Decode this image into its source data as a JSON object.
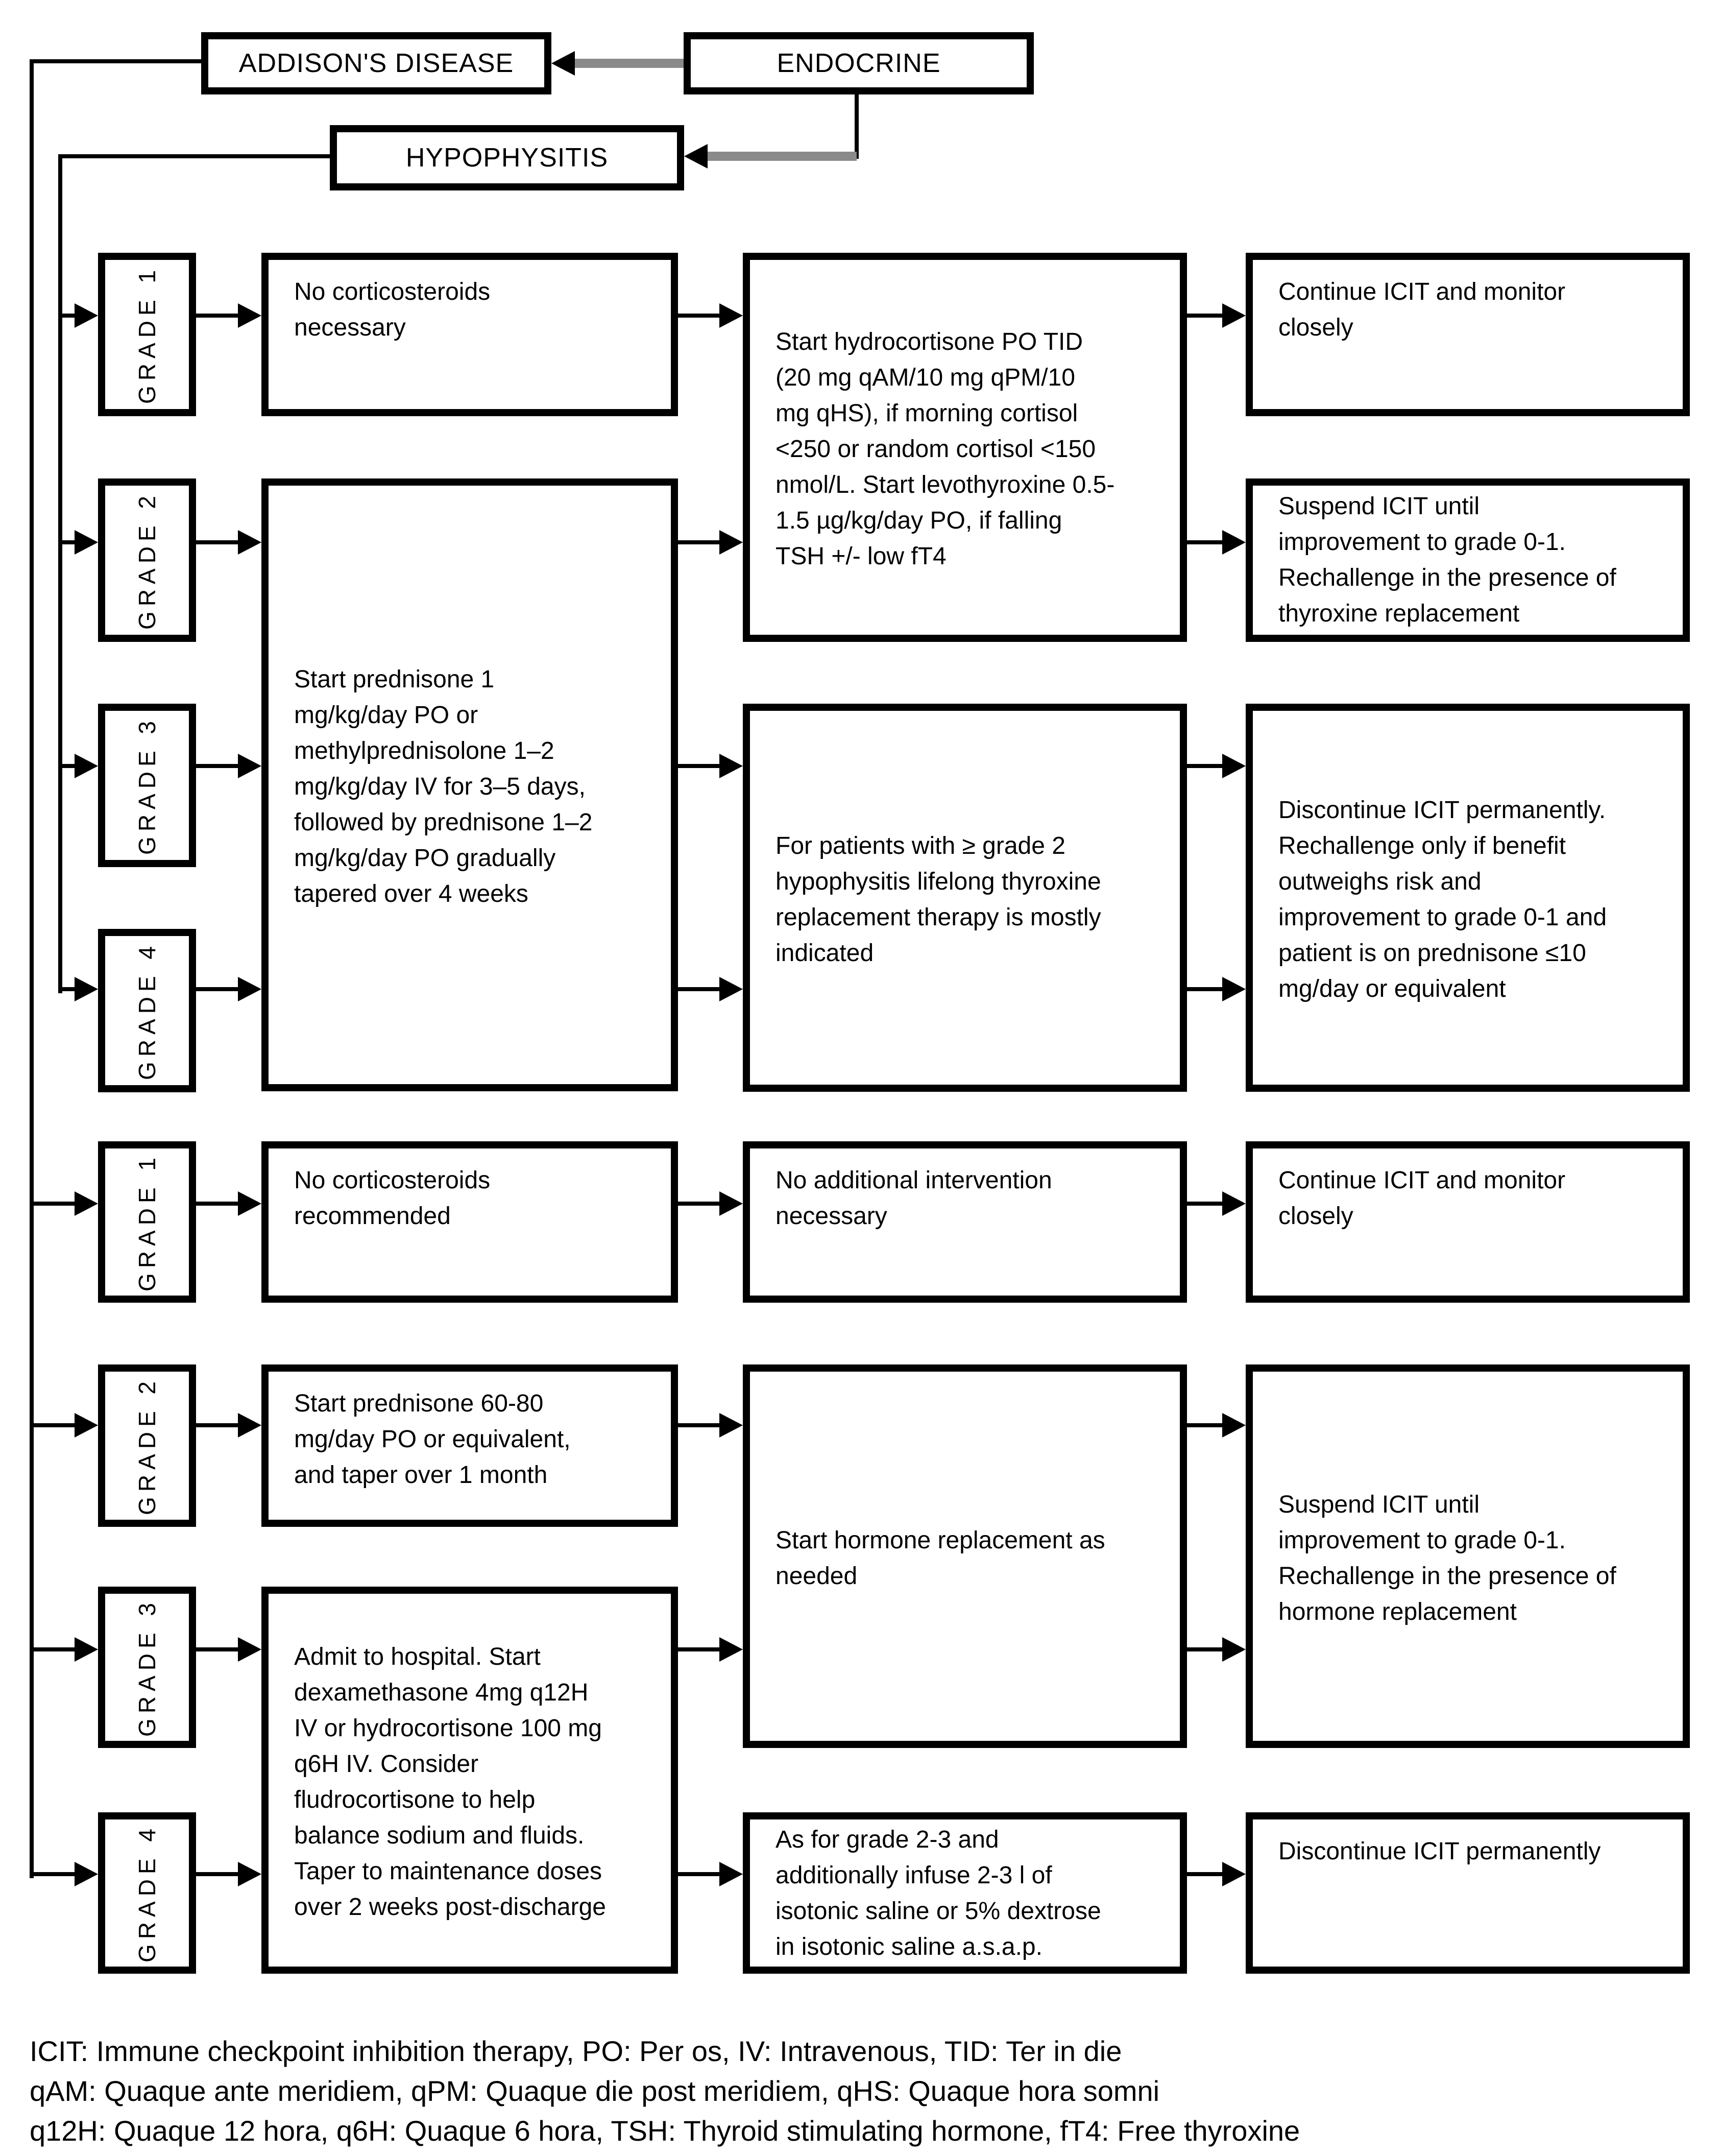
{
  "title_boxes": {
    "endocrine": "ENDOCRINE",
    "addisons": "ADDISON'S DISEASE",
    "hypophysitis": "HYPOPHYSITIS"
  },
  "grade_labels": [
    "GRADE 1",
    "GRADE 2",
    "GRADE 3",
    "GRADE 4"
  ],
  "hypophysitis": {
    "grade1_action": "No corticosteroids\nnecessary",
    "grade234_action": "Start prednisone 1\nmg/kg/day PO or\nmethylprednisolone 1–2\nmg/kg/day IV for 3–5 days,\nfollowed by prednisone 1–2\nmg/kg/day PO gradually\ntapered over 4 weeks",
    "grade12_followup": "Start hydrocortisone PO TID\n(20 mg qAM/10 mg qPM/10\nmg qHS), if morning cortisol\n<250 or random cortisol <150\nnmol/L. Start levothyroxine 0.5-\n1.5 µg/kg/day PO, if falling\nTSH +/- low fT4",
    "grade34_followup": "For patients with ≥ grade 2\nhypophysitis lifelong thyroxine\nreplacement therapy is mostly\nindicated",
    "grade1_icit": "Continue ICIT and monitor\nclosely",
    "grade2_icit": "Suspend ICIT until\nimprovement to grade 0-1.\nRechallenge in the presence of\nthyroxine replacement",
    "grade34_icit": "Discontinue ICIT permanently.\nRechallenge only if benefit\noutweighs risk and\nimprovement to grade 0-1 and\npatient is on prednisone ≤10\nmg/day or equivalent"
  },
  "addisons": {
    "grade1_action": "No corticosteroids\nrecommended",
    "grade2_action": "Start prednisone 60-80\nmg/day PO or equivalent,\nand taper over 1 month",
    "grade34_action": "Admit to hospital. Start\ndexamethasone 4mg q12H\nIV or hydrocortisone 100 mg\nq6H IV. Consider\nfludrocortisone to help\nbalance sodium and fluids.\nTaper to maintenance doses\nover 2 weeks post-discharge",
    "grade1_followup": "No additional intervention\nnecessary",
    "grade23_followup": "Start hormone replacement as\nneeded",
    "grade4_followup": "As for grade 2-3 and\nadditionally infuse 2-3 l of\nisotonic saline or 5% dextrose\nin isotonic saline a.s.a.p.",
    "grade1_icit": "Continue ICIT and monitor\nclosely",
    "grade23_icit": "Suspend ICIT until\nimprovement to grade 0-1.\nRechallenge in the presence of\nhormone replacement",
    "grade4_icit": "Discontinue ICIT permanently"
  },
  "legend": [
    "ICIT: Immune checkpoint inhibition therapy, PO: Per os, IV: Intravenous, TID: Ter in die",
    "qAM: Quaque ante meridiem, qPM: Quaque die post meridiem, qHS: Quaque hora somni",
    "q12H: Quaque 12 hora, q6H: Quaque 6 hora, TSH: Thyroid stimulating hormone, fT4: Free thyroxine"
  ],
  "colors": {
    "ink": "#000000",
    "paper": "#ffffff",
    "arrow_shaft_gray": "#8a8a8a"
  }
}
